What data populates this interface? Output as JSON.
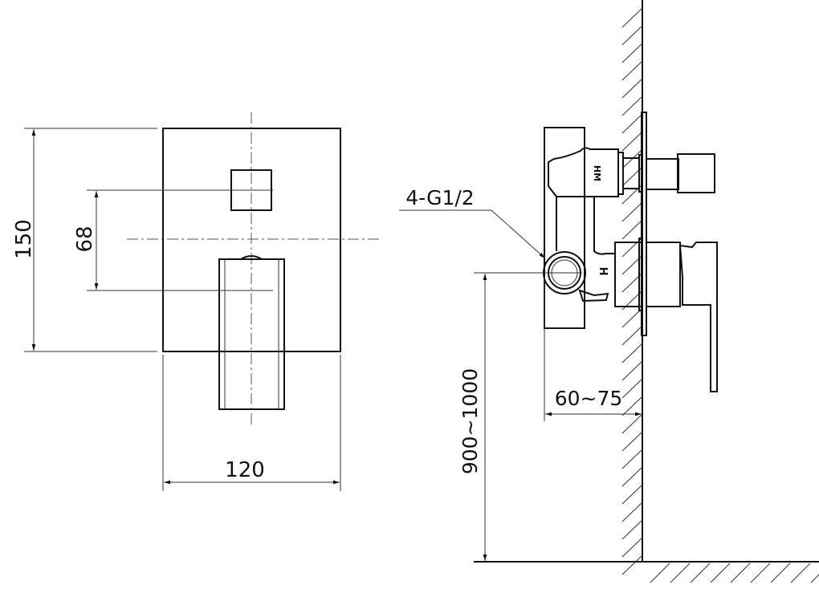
{
  "front_view": {
    "height_dim": "150",
    "spacing_dim": "68",
    "width_dim": "120"
  },
  "side_view": {
    "connection_label": "4-G1/2",
    "depth_dim": "60~75",
    "mount_height_dim": "900~1000",
    "upper_mark": "HM",
    "lower_mark": "H"
  },
  "colors": {
    "line": "#111111",
    "background": "#ffffff"
  }
}
